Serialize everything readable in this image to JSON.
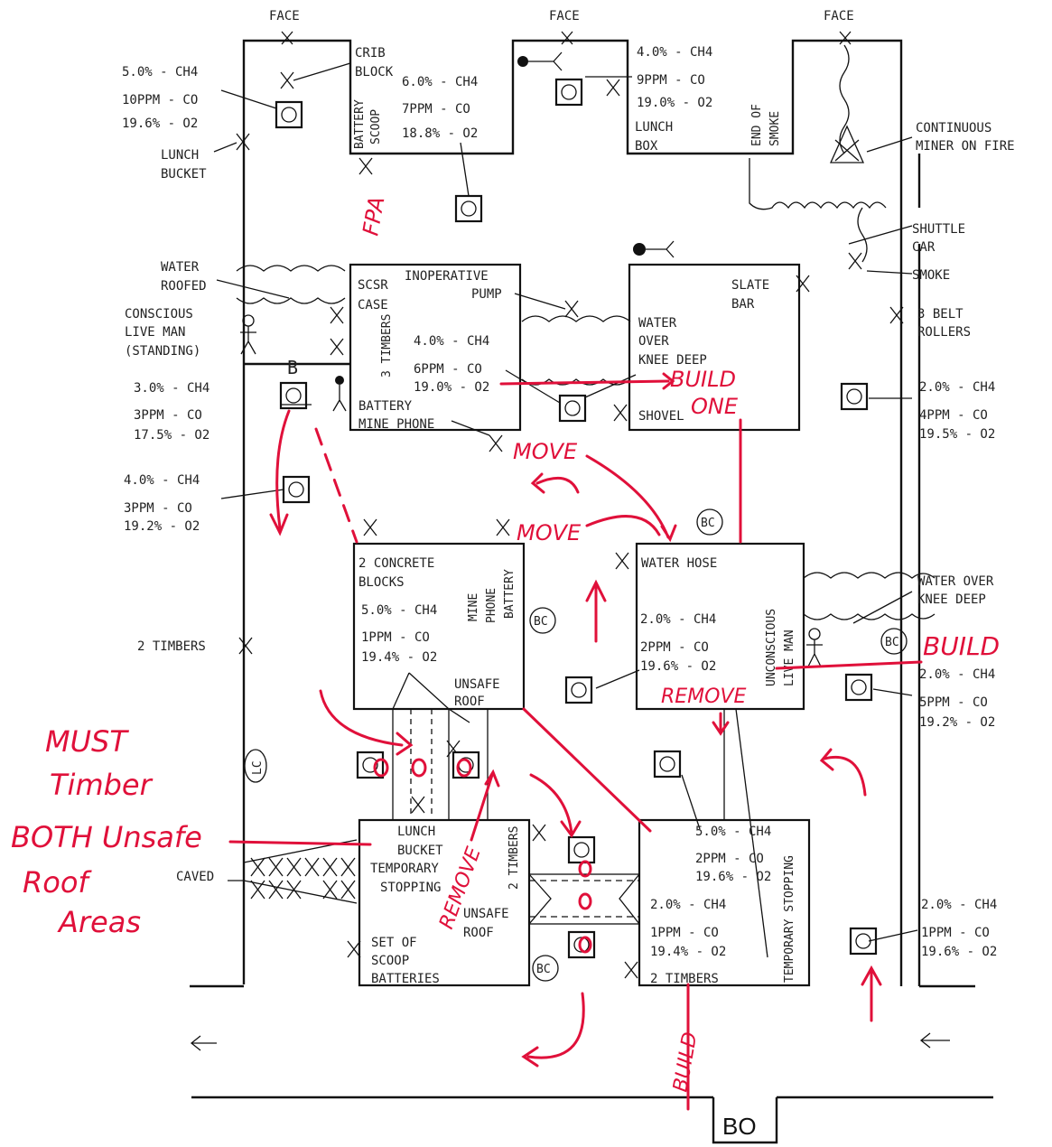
{
  "labels": {
    "face": "FACE",
    "bo": "BO",
    "crib_block": [
      "CRIB",
      "BLOCK"
    ],
    "battery_scoop": [
      "BATTERY",
      "SCOOP"
    ],
    "lunch_box": [
      "LUNCH",
      "BOX"
    ],
    "end_of_smoke": [
      "END OF",
      "SMOKE"
    ],
    "continuous_miner": [
      "CONTINUOUS",
      "MINER ON FIRE"
    ],
    "lunch_bucket_left": [
      "LUNCH",
      "BUCKET"
    ],
    "shuttle_car": [
      "SHUTTLE",
      "CAR"
    ],
    "smoke": "SMOKE",
    "water_roofed": [
      "WATER",
      "ROOFED"
    ],
    "conscious_man": [
      "CONSCIOUS",
      "LIVE MAN",
      "(STANDING)"
    ],
    "scsr_case": [
      "SCSR",
      "CASE"
    ],
    "three_timbers_vert": "3 TIMBERS",
    "battery_mine_phone": [
      "BATTERY",
      "MINE PHONE"
    ],
    "inoperative_pump": [
      "INOPERATIVE",
      "PUMP"
    ],
    "water_over_knee_1": [
      "WATER",
      "OVER",
      "KNEE DEEP"
    ],
    "slate_bar": [
      "SLATE",
      "BAR"
    ],
    "shovel": "SHOVEL",
    "three_belt_rollers": [
      "3 BELT",
      "ROLLERS"
    ],
    "two_concrete_blocks": [
      "2 CONCRETE",
      "BLOCKS"
    ],
    "mine_phone_battery": [
      "MINE",
      "PHONE",
      "BATTERY"
    ],
    "unsafe_roof_1": [
      "UNSAFE",
      "ROOF"
    ],
    "water_hose": "WATER HOSE",
    "unconscious_man": [
      "UNCONSCIOUS",
      "LIVE MAN"
    ],
    "water_over_knee_2": [
      "WATER OVER",
      "KNEE DEEP"
    ],
    "two_timbers_left": "2 TIMBERS",
    "caved": "CAVED",
    "lunch_bucket_stopping": [
      "LUNCH",
      "BUCKET",
      "TEMPORARY",
      "STOPPING"
    ],
    "two_timbers_vert": "2 TIMBERS",
    "unsafe_roof_2": [
      "UNSAFE",
      "ROOF"
    ],
    "set_of_scoop_batteries": [
      "SET OF",
      "SCOOP",
      "BATTERIES"
    ],
    "two_timbers_bottom": "2 TIMBERS",
    "temporary_stopping_vert": "TEMPORARY STOPPING",
    "b_marker": "B",
    "bc": "BC",
    "lc": "LC"
  },
  "readings": {
    "r1": [
      "5.0% - CH4",
      "10PPM - CO",
      "19.6% - O2"
    ],
    "r2": [
      "6.0% - CH4",
      "7PPM - CO",
      "18.8% - O2"
    ],
    "r3": [
      "4.0% - CH4",
      "9PPM - CO",
      "19.0% - O2"
    ],
    "r4": [
      "3.0% - CH4",
      "3PPM - CO",
      "17.5% - O2"
    ],
    "r5": [
      "4.0% - CH4",
      "6PPM - CO",
      "19.0% - O2"
    ],
    "r6": [
      "2.0% - CH4",
      "4PPM - CO",
      "19.5% - O2"
    ],
    "r7": [
      "4.0% - CH4",
      "3PPM - CO",
      "19.2% - O2"
    ],
    "r8": [
      "5.0% - CH4",
      "1PPM - CO",
      "19.4% - O2"
    ],
    "r9": [
      "2.0% - CH4",
      "2PPM - CO",
      "19.6% - O2"
    ],
    "r10": [
      "2.0% - CH4",
      "5PPM - CO",
      "19.2% - O2"
    ],
    "r11": [
      "5.0% - CH4",
      "2PPM - CO",
      "19.6% - O2"
    ],
    "r12": [
      "2.0% - CH4",
      "1PPM - CO",
      "19.4% - O2"
    ],
    "r13": [
      "2.0% - CH4",
      "1PPM - CO",
      "19.6% - O2"
    ]
  },
  "annotations": {
    "fpa": "FPA",
    "build_one": [
      "BUILD",
      "ONE"
    ],
    "move_1": "MOVE",
    "move_2": "MOVE",
    "build_right": "BUILD",
    "remove_1": "REMOVE",
    "remove_2": "REMOVE",
    "build_bottom": "BUILD",
    "must_timber": [
      "MUST",
      "Timber",
      "BOTH Unsafe",
      "Roof",
      "Areas"
    ]
  },
  "colors": {
    "ink": "#222222",
    "annotation": "#e0103a"
  }
}
